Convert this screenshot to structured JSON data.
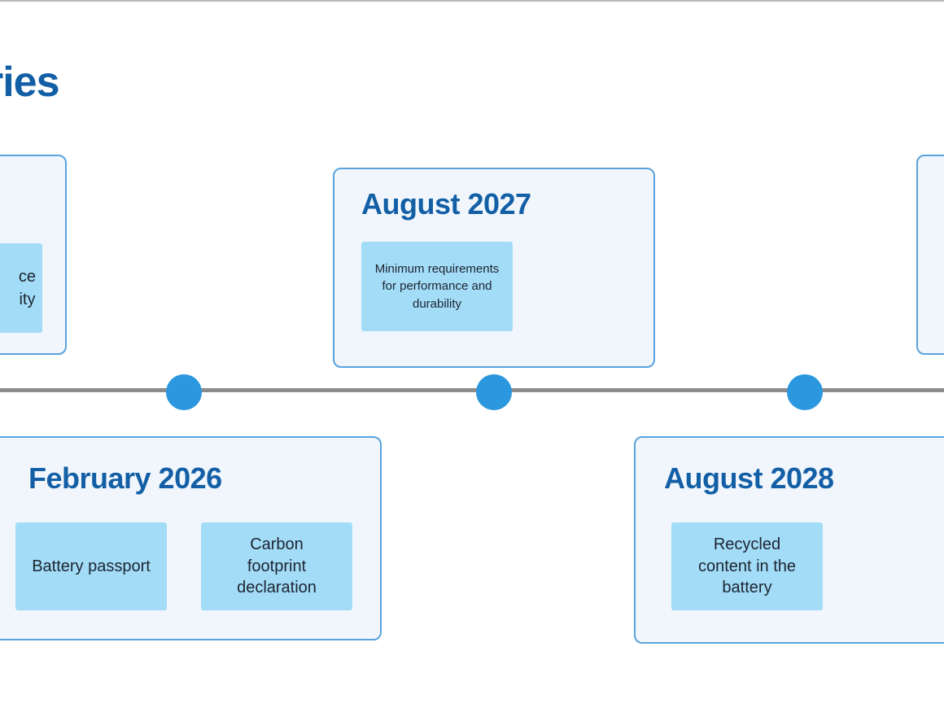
{
  "header": {
    "title_fragment": "ries"
  },
  "left_card": {
    "tag_text": "ce\nity"
  },
  "milestones": [
    {
      "date": "February 2026",
      "items": [
        "Battery passport",
        "Carbon footprint declaration"
      ]
    },
    {
      "date": "August 2027",
      "items": [
        "Minimum requirements for performance and durability"
      ]
    },
    {
      "date": "August 2028",
      "items": [
        "Recycled content in the battery"
      ]
    }
  ],
  "colors": {
    "heading": "#135fa6",
    "card_border": "#5aa2dd",
    "card_fill": "#f1f6fc",
    "tag_fill": "#a3dcf7",
    "marker": "#2a97df",
    "timeline": "#8c8c8c"
  }
}
